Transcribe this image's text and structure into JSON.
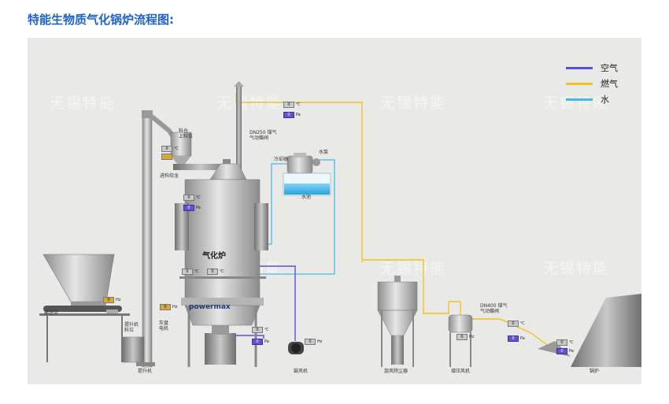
{
  "page_title": "特能生物质气化锅炉流程图:",
  "watermark": "无锡特能",
  "legend": [
    {
      "label": "空气",
      "color": "#5b4fe0"
    },
    {
      "label": "燃气",
      "color": "#f2c21c"
    },
    {
      "label": "水",
      "color": "#4ab8e6"
    }
  ],
  "labels": {
    "conveyor": "输送带",
    "elevator_material": "提升机\n料位",
    "elevator": "提升机",
    "material_level_upper": "料仓\n上料位",
    "feed_screw": "进料绞龙",
    "valve_dn250": "DN250 煤气\n气动蝶阀",
    "cooler": "冷却器",
    "pump": "水泵",
    "water_tank": "水池",
    "gasifier": "气化炉",
    "ash_motor": "灰盘\n电机",
    "blower": "鼓风机",
    "cyclone": "旋风除尘器",
    "booster_fan": "增压风机",
    "valve_dn400": "DN400 煤气\n气动蝶阀",
    "boiler": "锅炉",
    "brand": "powermax"
  },
  "gauges": {
    "zero": "0",
    "unit_temp": "℃",
    "unit_pa": "Pa",
    "unit_hz": "Hz"
  }
}
